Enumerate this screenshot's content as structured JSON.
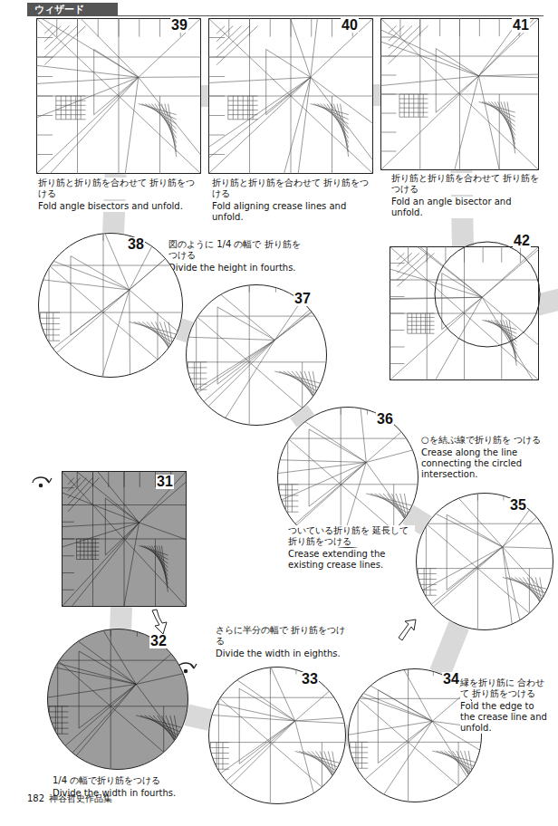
{
  "diagram": {
    "title": "ウィザード",
    "nodes": [
      {
        "text": [
          "31"
        ]
      },
      {
        "text": [
          "32",
          "1/4 の幅で折り筋をつける",
          "Divide the width in fourths."
        ]
      },
      {
        "text": [
          "33",
          "さらに半分の幅で 折り筋をつける",
          "Divide the width in eighths."
        ]
      },
      {
        "text": [
          "34",
          "縁を折り筋に 合わせて 折り筋をつける",
          "Fold the edge to the crease line and unfold."
        ]
      },
      {
        "text": [
          "35",
          "○を結ぶ線で折り筋を つける",
          "Crease along the line connecting the circled intersection."
        ]
      },
      {
        "text": [
          "36",
          "ついている折り筋を 延長して折り筋をつける",
          "Crease extending the existing crease lines."
        ]
      },
      {
        "text": [
          "37",
          "図のように 1/4 の幅で 折り筋をつける",
          "Divide the height in fourths."
        ]
      },
      {
        "text": [
          "38"
        ]
      },
      {
        "text": [
          "39",
          "折り筋と折り筋を合わせて 折り筋をつける",
          "Fold angle bisectors and unfold."
        ]
      },
      {
        "text": [
          "40",
          "折り筋と折り筋を合わせて 折り筋をつける",
          "Fold aligning crease lines and unfold."
        ]
      },
      {
        "text": [
          "41",
          "折り筋と折り筋を合わせて 折り筋をつける",
          "Fold an angle bisector and unfold."
        ]
      },
      {
        "text": [
          "42"
        ]
      }
    ],
    "edges": [
      {
        "from": 0,
        "to": 1,
        "arrow": "none"
      },
      {
        "from": 1,
        "to": 2,
        "arrow": "none"
      },
      {
        "from": 2,
        "to": 3,
        "arrow": "none"
      },
      {
        "from": 3,
        "to": 4,
        "arrow": "none"
      },
      {
        "from": 4,
        "to": 5,
        "arrow": "none"
      },
      {
        "from": 5,
        "to": 6,
        "arrow": "none"
      },
      {
        "from": 6,
        "to": 7,
        "arrow": "none"
      },
      {
        "from": 7,
        "to": 8,
        "arrow": "none"
      },
      {
        "from": 8,
        "to": 9,
        "arrow": "none"
      },
      {
        "from": 9,
        "to": 10,
        "arrow": "none"
      },
      {
        "from": 10,
        "to": 11,
        "arrow": "none"
      }
    ],
    "labels": [
      "182",
      "神谷哲史作品集"
    ]
  }
}
